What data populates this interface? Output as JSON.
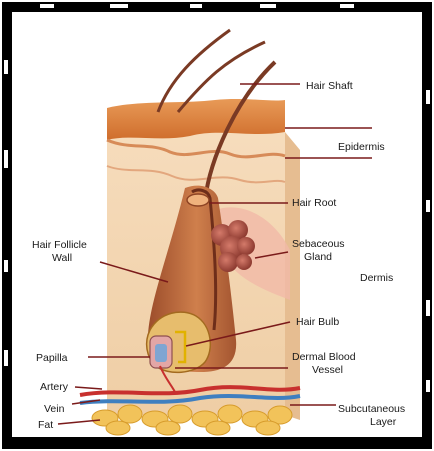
{
  "diagram": {
    "labels": {
      "hair_shaft": "Hair Shaft",
      "epidermis": "Epidermis",
      "hair_root": "Hair Root",
      "hair_follicle_wall_1": "Hair Follicle",
      "hair_follicle_wall_2": "Wall",
      "sebaceous_gland_1": "Sebaceous",
      "sebaceous_gland_2": "Gland",
      "dermis": "Dermis",
      "hair_bulb": "Hair Bulb",
      "papilla": "Papilla",
      "dermal_blood_vessel_1": "Dermal Blood",
      "dermal_blood_vessel_2": "Vessel",
      "artery": "Artery",
      "vein": "Vein",
      "fat": "Fat",
      "subcutaneous_layer_1": "Subcutaneous",
      "subcutaneous_layer_2": "Layer"
    },
    "colors": {
      "frame": "#000000",
      "epidermis": "#d9833f",
      "dermis": "#f3d3ae",
      "follicle": "#b9653c",
      "hair": "#7a3a24",
      "gland": "#a9503f",
      "artery": "#c8302e",
      "vein": "#3f7fc0",
      "fat": "#f2c35a",
      "leader": "#7a1a1a"
    }
  }
}
